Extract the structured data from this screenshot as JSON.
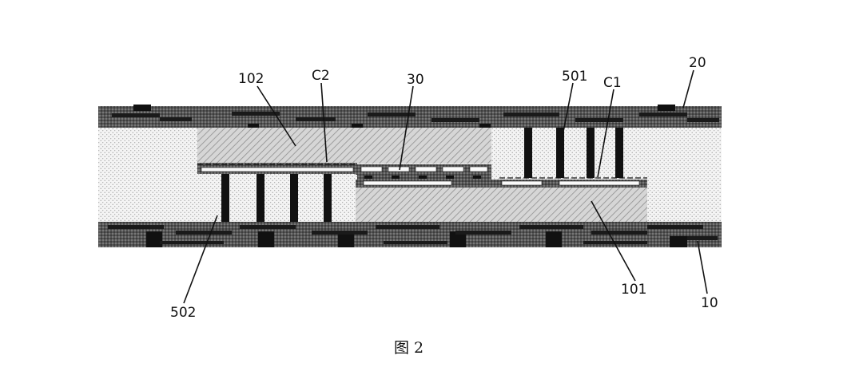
{
  "figure": {
    "caption": "图 2",
    "labels": {
      "l102": "102",
      "lC2": "C2",
      "l30": "30",
      "l501": "501",
      "lC1": "C1",
      "l20": "20",
      "l502": "502",
      "l101": "101",
      "l10": "10"
    }
  }
}
